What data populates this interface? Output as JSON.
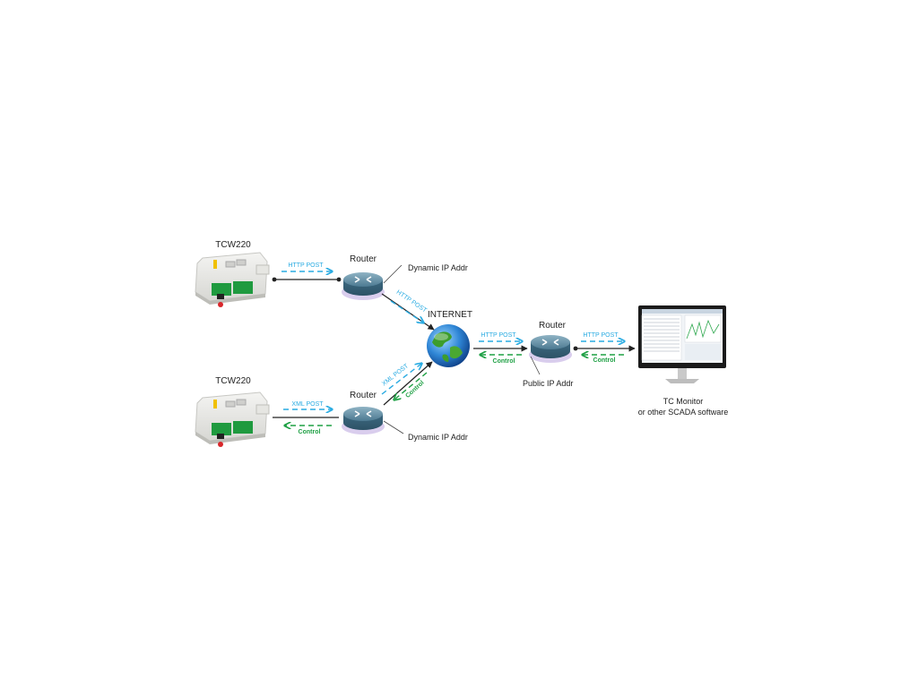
{
  "devices": {
    "tcw_top": "TCW220",
    "tcw_bottom": "TCW220"
  },
  "routers": {
    "top": "Router",
    "bottom": "Router",
    "right": "Router"
  },
  "annotations": {
    "dynamic_ip_top": "Dynamic IP Addr",
    "dynamic_ip_bottom": "Dynamic IP Addr",
    "public_ip": "Public IP Addr",
    "internet": "INTERNET"
  },
  "arrows": {
    "http_post_1": "HTTP POST",
    "http_post_2": "HTTP POST",
    "http_post_3": "HTTP POST",
    "http_post_4": "HTTP POST",
    "xml_post_1": "XML POST",
    "xml_post_2": "XML POST",
    "control_1": "Control",
    "control_2": "Control",
    "control_3": "Control",
    "control_4": "Control"
  },
  "monitor": {
    "line1": "TC Monitor",
    "line2": "or other SCADA software"
  },
  "colors": {
    "http": "#29abe2",
    "control": "#1ea044",
    "link": "#222222"
  }
}
